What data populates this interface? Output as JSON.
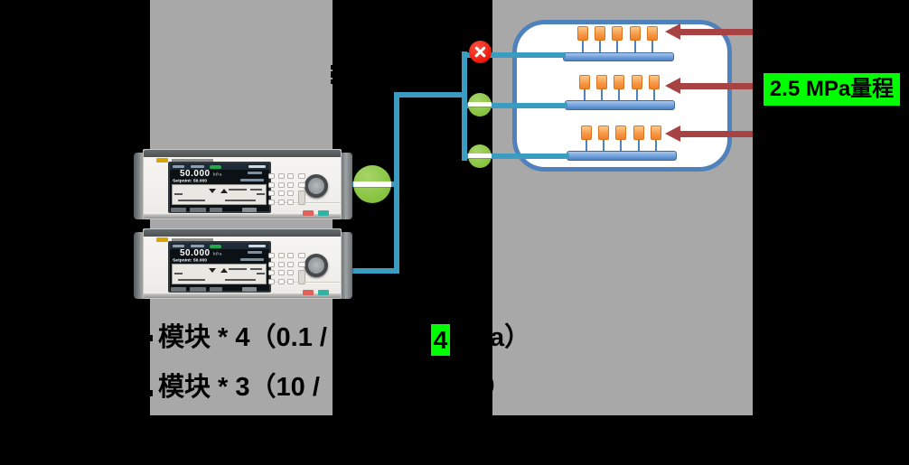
{
  "slide": {
    "range_label": "2.5 MPa量程",
    "spec_lines": [
      {
        "visible_prefix": "模块 * 4（0.1 /",
        "highlighted_value": "4",
        "visible_suffix": "a）"
      },
      {
        "visible_prefix": "模块 * 3（10 /",
        "visible_suffix": "）"
      }
    ]
  },
  "controller": {
    "reading_value": "50.000",
    "reading_unit": "kPa",
    "setpoint_text": "Setpoint: 50.000"
  },
  "manifold": {
    "rows": 3,
    "transmitters_per_row": 5
  },
  "icons": {
    "closed_valve": "x-cross-icon",
    "open_valve": "valve-stripe",
    "pointer": "left-arrow-icon"
  },
  "colors": {
    "background": "#000000",
    "panel_gray": "#a8a8a8",
    "pipe_teal": "#3a9cc0",
    "manifold_border_blue": "#4f81bd",
    "rail_blue": "#6f9fdd",
    "transmitter_orange": "#f79646",
    "arrow_dark_red": "#a84343",
    "valve_open_green": "#86c23f",
    "valve_closed_red": "#ee1c0c",
    "highlight_green": "#00ff00",
    "brand_yellow": "#d9a400"
  }
}
